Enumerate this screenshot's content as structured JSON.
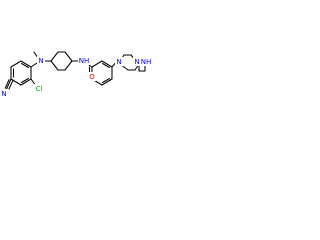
{
  "atoms": {
    "nitrile_n": {
      "text": "N",
      "color": "#0000ff"
    },
    "chlorine": {
      "text": "Cl",
      "color": "#00aa00"
    },
    "amine_n": {
      "text": "N",
      "color": "#0000ff"
    },
    "amide_nh": {
      "text": "NH",
      "color": "#0000ff"
    },
    "carbonyl_o": {
      "text": "O",
      "color": "#ff0000"
    },
    "piperazine_n1": {
      "text": "N",
      "color": "#0000ff"
    },
    "piperazine_n4": {
      "text": "N",
      "color": "#0000ff"
    },
    "azetidine_nh": {
      "text": "NH",
      "color": "#0000ff"
    }
  }
}
